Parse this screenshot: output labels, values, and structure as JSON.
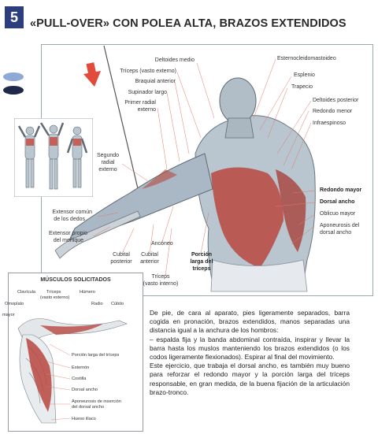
{
  "chapter_number": "5",
  "title": "«PULL-OVER» CON POLEA ALTA, BRAZOS EXTENDIDOS",
  "labels": {
    "deltoides_medio": "Deltoides medio",
    "triceps_vasto_externo": "Tríceps (vasto externo)",
    "braquial_anterior": "Braquial anterior",
    "supinador_largo": "Supinador largo",
    "primer_radial_externo_1": "Primer radial",
    "primer_radial_externo_2": "externo",
    "segundo_radial_externo_1": "Segundo",
    "segundo_radial_externo_2": "radial",
    "segundo_radial_externo_3": "externo",
    "extensor_comun_1": "Extensor común",
    "extensor_comun_2": "de los dedos",
    "extensor_propio_1": "Extensor propio",
    "extensor_propio_2": "del meñique",
    "esternocleidomastoideo": "Esternocleidomastoideo",
    "esplenio": "Esplenio",
    "trapecio": "Trapecio",
    "deltoides_posterior": "Deltoides posterior",
    "redondo_menor": "Redondo menor",
    "infraespinoso": "Infraespinoso",
    "redondo_mayor": "Redondo mayor",
    "dorsal_ancho": "Dorsal ancho",
    "oblicuo_mayor": "Oblicuo mayor",
    "aponeurosis_1": "Aponeurosis del",
    "aponeurosis_2": "dorsal ancho",
    "ancóneo": "Ancóneo",
    "cubital_posterior_1": "Cubital",
    "cubital_posterior_2": "posterior",
    "cubital_anterior_1": "Cubital",
    "cubital_anterior_2": "anterior",
    "porcion_larga_1": "Porción",
    "porcion_larga_2": "larga del",
    "porcion_larga_3": "tríceps",
    "triceps_vasto_interno_1": "Tríceps",
    "triceps_vasto_interno_2": "(vasto interno)"
  },
  "muscles_box": {
    "title": "MÚSCULOS SOLICITADOS",
    "clavicula": "Clavícula",
    "triceps_vasto_externo_1": "Tríceps",
    "triceps_vasto_externo_2": "(vasto externo)",
    "humero": "Húmero",
    "radio": "Radio",
    "cubito": "Cúbito",
    "omoplato": "Omoplato",
    "mayor": "mayor",
    "porcion_larga": "Porción larga del tríceps",
    "esternon": "Esternón",
    "costilla": "Costilla",
    "dorsal_ancho": "Dorsal ancho",
    "aponeurosis_1": "Aponeurosis de inserción",
    "aponeurosis_2": "del dorsal ancho",
    "hueso_iliaco": "Hueso ilíaco"
  },
  "body_text": [
    "De pie, de cara al aparato, pies ligeramente separados, barra cogida en pronación, brazos extendidos, manos separadas una distancia igual a la anchura de los hombros:",
    "– espalda fija y la banda abdominal contraída, inspirar y llevar la barra hasta los muslos manteniendo los brazos extendidos (o los codos ligeramente flexionados). Espirar al final del movimiento.",
    "Este ejercicio, que trabaja el dorsal ancho, es también muy bueno para reforzar el redondo mayor y la porción larga del tríceps responsable, en gran medida, de la buena fijación de la articulación brazo-tronco."
  ],
  "colors": {
    "badge": "#2c3e7c",
    "oval_light": "#8fa9d6",
    "oval_dark": "#1f2a4a",
    "arrow": "#e24a3b",
    "muscle": "#b8473f",
    "skin": "#a9b8c4"
  }
}
